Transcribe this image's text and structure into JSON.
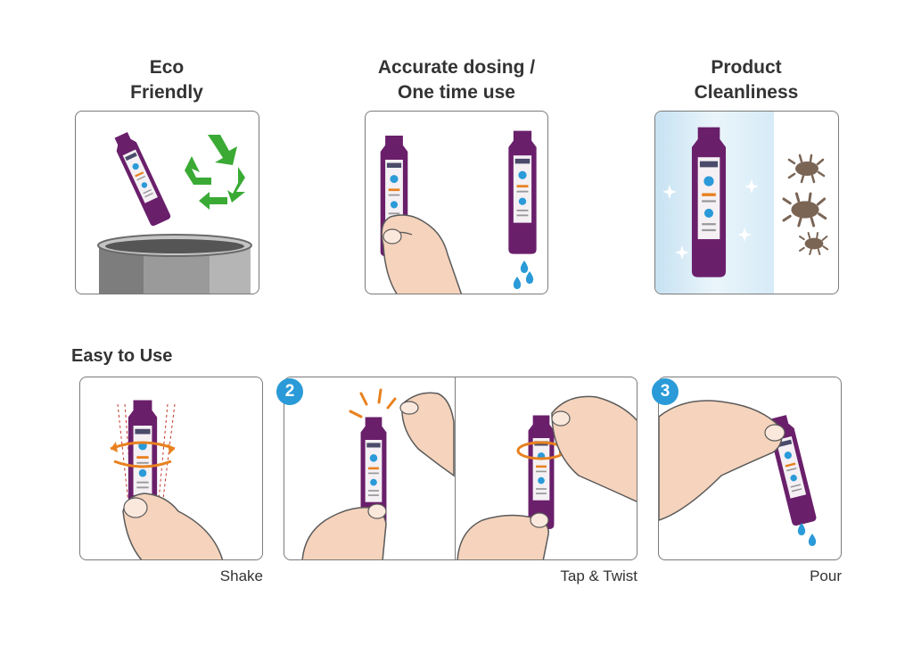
{
  "benefits": [
    {
      "title_line1": "Eco",
      "title_line2": "Friendly"
    },
    {
      "title_line1": "Accurate dosing /",
      "title_line2": "One time use"
    },
    {
      "title_line1": "Product",
      "title_line2": "Cleanliness"
    }
  ],
  "usage": {
    "section_title": "Easy to Use",
    "steps": [
      {
        "number": "",
        "caption": "Shake"
      },
      {
        "number": "2",
        "caption": "Tap & Twist"
      },
      {
        "number": "3",
        "caption": "Pour"
      }
    ]
  },
  "colors": {
    "vial": "#6a1f6b",
    "recycle": "#3aaa35",
    "badge": "#2a9ad8",
    "motion_arrows": "#e8811f",
    "germs": "#7a6555",
    "water": "#2a9ad8"
  }
}
